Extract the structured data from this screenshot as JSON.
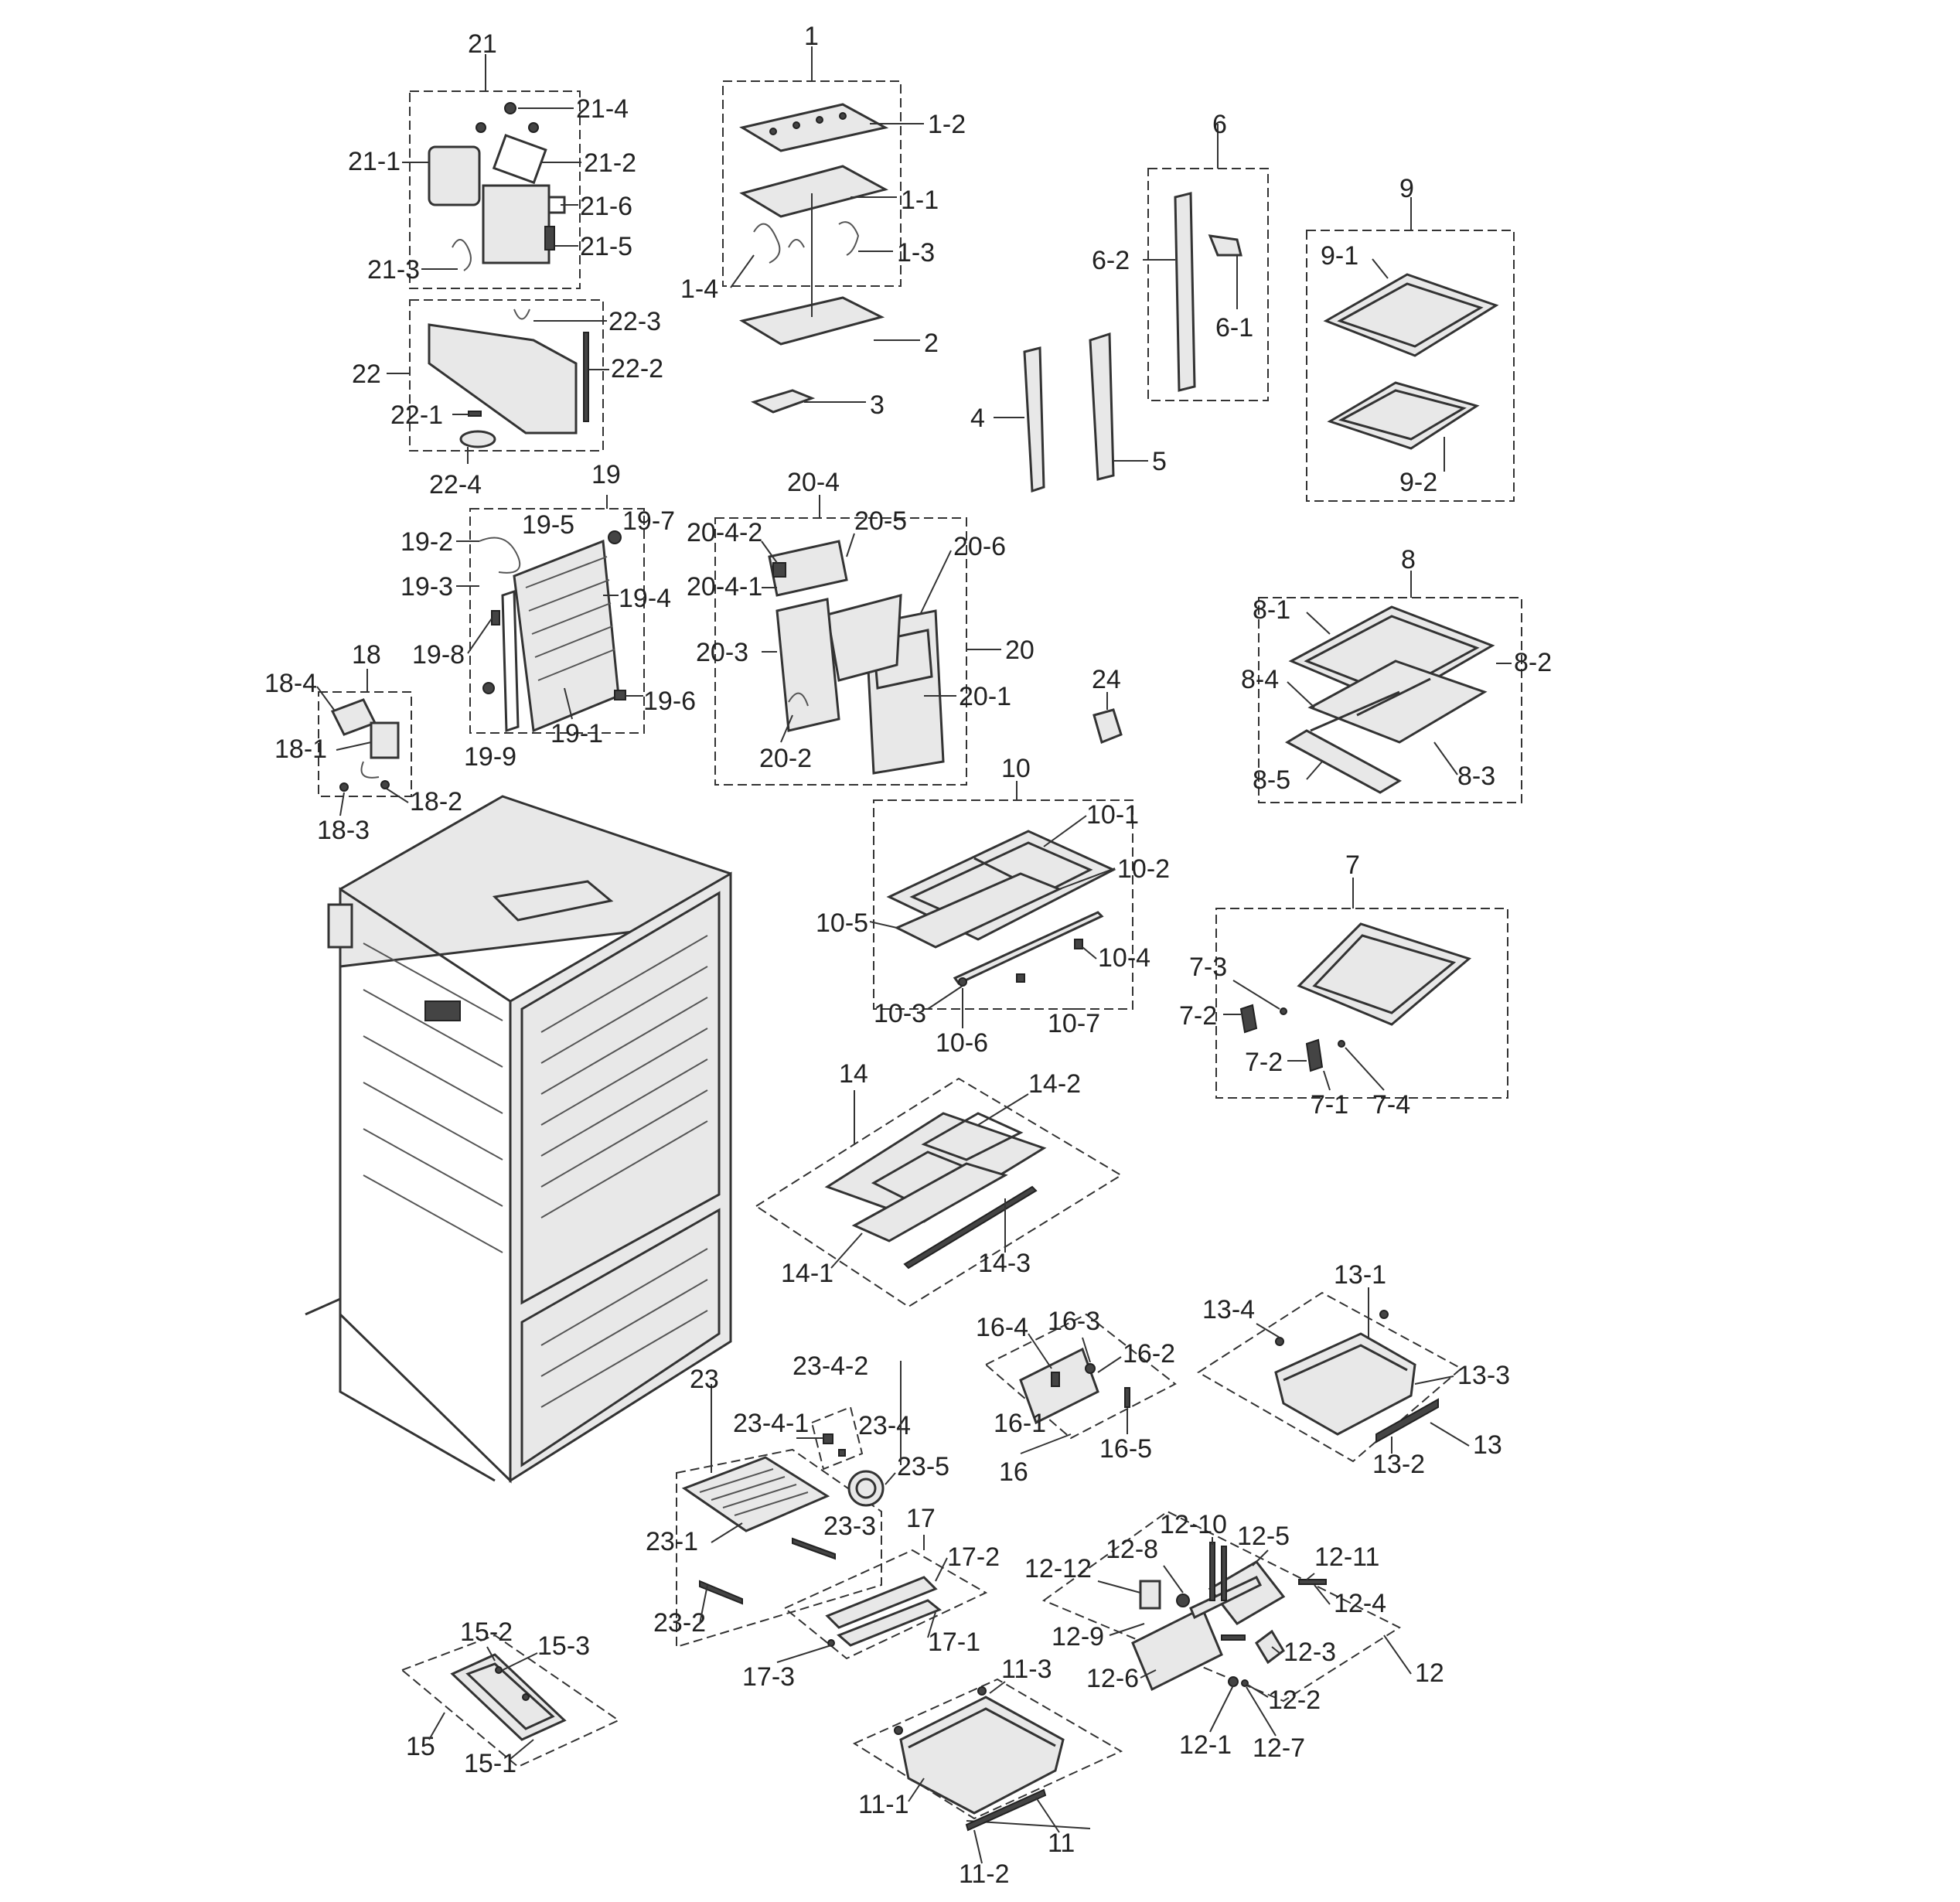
{
  "labels": {
    "l1": "1",
    "l1_1": "1-1",
    "l1_2": "1-2",
    "l1_3": "1-3",
    "l1_4": "1-4",
    "l2": "2",
    "l3": "3",
    "l4": "4",
    "l5": "5",
    "l6": "6",
    "l6_1": "6-1",
    "l6_2": "6-2",
    "l7": "7",
    "l7_1": "7-1",
    "l7_2a": "7-2",
    "l7_2b": "7-2",
    "l7_3": "7-3",
    "l7_4": "7-4",
    "l8": "8",
    "l8_1": "8-1",
    "l8_2": "8-2",
    "l8_3": "8-3",
    "l8_4": "8-4",
    "l8_5": "8-5",
    "l9": "9",
    "l9_1": "9-1",
    "l9_2": "9-2",
    "l10": "10",
    "l10_1": "10-1",
    "l10_2": "10-2",
    "l10_3": "10-3",
    "l10_4": "10-4",
    "l10_5": "10-5",
    "l10_6": "10-6",
    "l10_7": "10-7",
    "l11": "11",
    "l11_1": "11-1",
    "l11_2": "11-2",
    "l11_3": "11-3",
    "l12": "12",
    "l12_1": "12-1",
    "l12_2": "12-2",
    "l12_3": "12-3",
    "l12_4": "12-4",
    "l12_5": "12-5",
    "l12_6": "12-6",
    "l12_7": "12-7",
    "l12_8": "12-8",
    "l12_9": "12-9",
    "l12_10": "12-10",
    "l12_11": "12-11",
    "l12_12": "12-12",
    "l13": "13",
    "l13_1": "13-1",
    "l13_2": "13-2",
    "l13_3": "13-3",
    "l13_4": "13-4",
    "l14": "14",
    "l14_1": "14-1",
    "l14_2": "14-2",
    "l14_3": "14-3",
    "l15": "15",
    "l15_1": "15-1",
    "l15_2": "15-2",
    "l15_3": "15-3",
    "l16": "16",
    "l16_1": "16-1",
    "l16_2": "16-2",
    "l16_3": "16-3",
    "l16_4": "16-4",
    "l16_5": "16-5",
    "l17": "17",
    "l17_1": "17-1",
    "l17_2": "17-2",
    "l17_3": "17-3",
    "l18": "18",
    "l18_1": "18-1",
    "l18_2": "18-2",
    "l18_3": "18-3",
    "l18_4": "18-4",
    "l19": "19",
    "l19_1": "19-1",
    "l19_2": "19-2",
    "l19_3": "19-3",
    "l19_4": "19-4",
    "l19_5": "19-5",
    "l19_6": "19-6",
    "l19_7": "19-7",
    "l19_8": "19-8",
    "l19_9": "19-9",
    "l20": "20",
    "l20_1": "20-1",
    "l20_2": "20-2",
    "l20_3": "20-3",
    "l20_4": "20-4",
    "l20_4_1": "20-4-1",
    "l20_4_2": "20-4-2",
    "l20_5": "20-5",
    "l20_6": "20-6",
    "l21": "21",
    "l21_1": "21-1",
    "l21_2": "21-2",
    "l21_3": "21-3",
    "l21_4": "21-4",
    "l21_5": "21-5",
    "l21_6": "21-6",
    "l22": "22",
    "l22_1": "22-1",
    "l22_2": "22-2",
    "l22_3": "22-3",
    "l22_4": "22-4",
    "l23": "23",
    "l23_1": "23-1",
    "l23_2": "23-2",
    "l23_3": "23-3",
    "l23_4": "23-4",
    "l23_4_1": "23-4-1",
    "l23_4_2": "23-4-2",
    "l23_5": "23-5",
    "l24": "24"
  }
}
